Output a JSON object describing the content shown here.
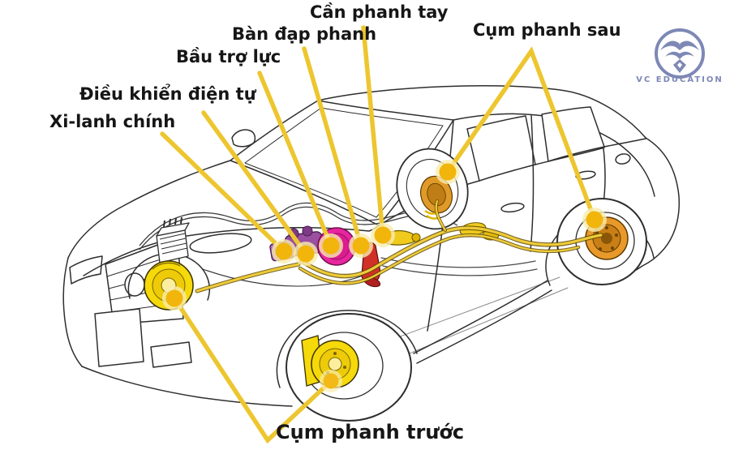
{
  "diagram": {
    "type": "car-brake-system-diagram",
    "labels": [
      {
        "id": "can-phanh-tay",
        "text": "Cần phanh tay"
      },
      {
        "id": "ban-dap-phanh",
        "text": "Bàn đạp phanh"
      },
      {
        "id": "bau-tro-luc",
        "text": "Bầu trợ lực"
      },
      {
        "id": "dieu-khien-dien-tu",
        "text": "Điều khiển điện tự"
      },
      {
        "id": "xi-lanh-chinh",
        "text": "Xi-lanh chính"
      },
      {
        "id": "cum-phanh-sau",
        "text": "Cụm phanh sau"
      },
      {
        "id": "cum-phanh-truoc",
        "text": "Cụm phanh trước"
      }
    ],
    "colors": {
      "leader_line": "#EDC62F",
      "callout_dot": "#F2B50C",
      "label_text": "#161616",
      "line_art": "#2E2E2E",
      "front_brake": "#F5D90A",
      "rear_brake": "#E8992A",
      "brake_booster": "#E8259E",
      "master_cylinder": "#9A4FA0",
      "brake_pedal": "#D03028",
      "brake_lines": "#EFCB3A",
      "background": "#FFFFFF"
    }
  },
  "logo": {
    "name": "VC Education",
    "text": "VC EDUCATION",
    "color": "#7D88B6"
  }
}
